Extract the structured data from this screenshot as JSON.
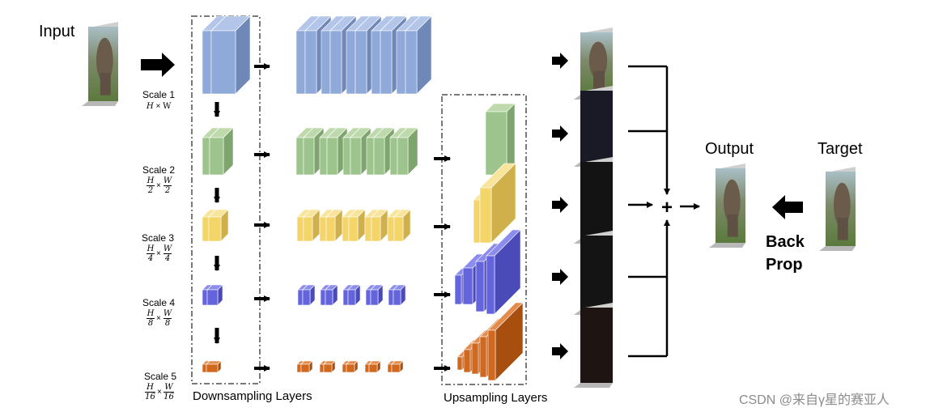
{
  "labels": {
    "input": "Input",
    "output": "Output",
    "target": "Target",
    "backprop_line1": "Back",
    "backprop_line2": "Prop",
    "downsampling": "Downsampling Layers",
    "upsampling": "Upsampling Layers",
    "watermark": "CSDN @来自γ星的赛亚人"
  },
  "scales": [
    {
      "label": "Scale 1",
      "h": "H",
      "times": "×",
      "w": "W",
      "color": "#8fa9d8",
      "dark": "#6f88b8",
      "top": "#b3c6ea"
    },
    {
      "label": "Scale 2",
      "h_num": "H",
      "h_den": "2",
      "w_num": "W",
      "w_den": "2",
      "color": "#9dc48c",
      "dark": "#7ea56d",
      "top": "#bedaad"
    },
    {
      "label": "Scale 3",
      "h_num": "H",
      "h_den": "4",
      "w_num": "W",
      "w_den": "4",
      "color": "#f3d56a",
      "dark": "#d0b04a",
      "top": "#f8e49a"
    },
    {
      "label": "Scale 4",
      "h_num": "H",
      "h_den": "8",
      "w_num": "W",
      "w_den": "8",
      "color": "#6464dd",
      "dark": "#4a4ab8",
      "top": "#8c8cee"
    },
    {
      "label": "Scale 5",
      "h_num": "H",
      "h_den": "16",
      "w_num": "W",
      "w_den": "16",
      "color": "#d0681e",
      "dark": "#a84f10",
      "top": "#e48c4c"
    }
  ],
  "times_symbol": "×",
  "plus_symbol": "+",
  "icons": [
    "input-photo-icon",
    "output-photo-icon",
    "target-photo-icon",
    "plus-icon"
  ]
}
